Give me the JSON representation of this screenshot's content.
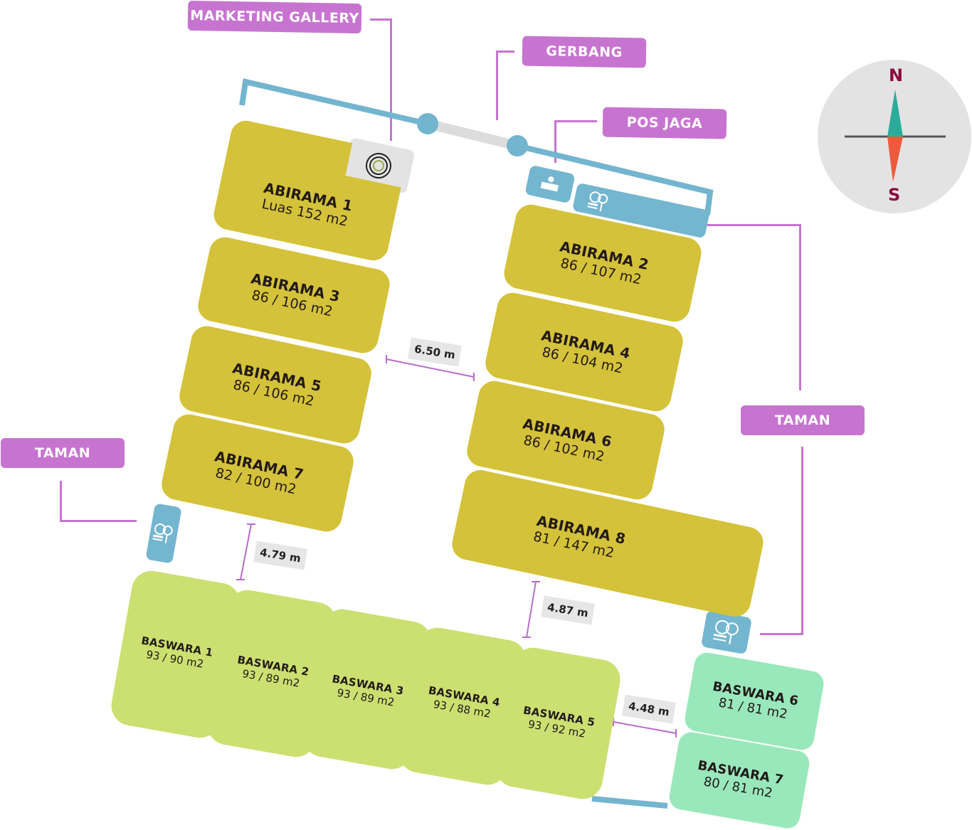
{
  "labels": {
    "marketing_gallery": "MARKETING GALLERY",
    "gerbang": "GERBANG",
    "pos_jaga": "POS JAGA",
    "taman_right": "TAMAN",
    "taman_left": "TAMAN"
  },
  "compass": {
    "north": "N",
    "south": "S"
  },
  "abirama": [
    {
      "name": "ABIRAMA 1",
      "area": "Luas 152 m2"
    },
    {
      "name": "ABIRAMA 2",
      "area": "86 / 107 m2"
    },
    {
      "name": "ABIRAMA 3",
      "area": "86 / 106 m2"
    },
    {
      "name": "ABIRAMA 4",
      "area": "86 / 104 m2"
    },
    {
      "name": "ABIRAMA 5",
      "area": "86 / 106 m2"
    },
    {
      "name": "ABIRAMA 6",
      "area": "86 / 102 m2"
    },
    {
      "name": "ABIRAMA 7",
      "area": "82 / 100 m2"
    },
    {
      "name": "ABIRAMA 8",
      "area": "81 / 147 m2"
    }
  ],
  "baswara": [
    {
      "name": "BASWARA 1",
      "area": "93 / 90 m2"
    },
    {
      "name": "BASWARA 2",
      "area": "93 / 89 m2"
    },
    {
      "name": "BASWARA 3",
      "area": "93 / 89 m2"
    },
    {
      "name": "BASWARA 4",
      "area": "93 / 88 m2"
    },
    {
      "name": "BASWARA 5",
      "area": "93 / 92 m2"
    },
    {
      "name": "BASWARA 6",
      "area": "81 / 81 m2"
    },
    {
      "name": "BASWARA 7",
      "area": "80 / 81 m2"
    }
  ],
  "dimensions": {
    "road_width_center": "6.50 m",
    "gap_left": "4.79 m",
    "gap_right": "4.87 m",
    "gap_baswara": "4.48 m"
  },
  "colors": {
    "abirama": "#d4c23a",
    "baswara": "#cbe071",
    "baswara_green": "#99e8bb",
    "label": "#c774d0",
    "road": "#73b5cf",
    "compass_north": "#2bab9a",
    "compass_south": "#ee5a3c",
    "compass_letters": "#8b0a3c"
  }
}
